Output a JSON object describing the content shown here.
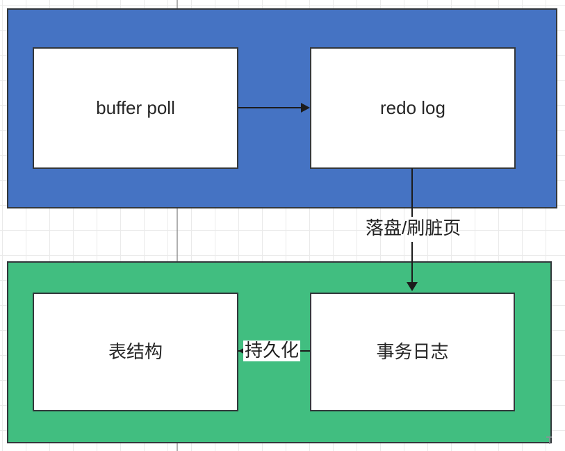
{
  "diagram": {
    "groups": {
      "top": {
        "fill": "#4573c3"
      },
      "bottom": {
        "fill": "#41be80"
      }
    },
    "nodes": {
      "buffer_poll": {
        "label": "buffer poll"
      },
      "redo_log": {
        "label": "redo log"
      },
      "table_structure": {
        "label": "表结构"
      },
      "transaction_log": {
        "label": "事务日志"
      }
    },
    "edges": {
      "redo_to_translog": {
        "label": "落盘/刷脏页"
      },
      "translog_to_table": {
        "label": "持久化"
      }
    },
    "colors": {
      "shape_stroke": "#33373b",
      "arrow": "#1c1c1c",
      "grid_line": "#eaeaea",
      "grid_major_line": "#8f8f8f"
    }
  }
}
